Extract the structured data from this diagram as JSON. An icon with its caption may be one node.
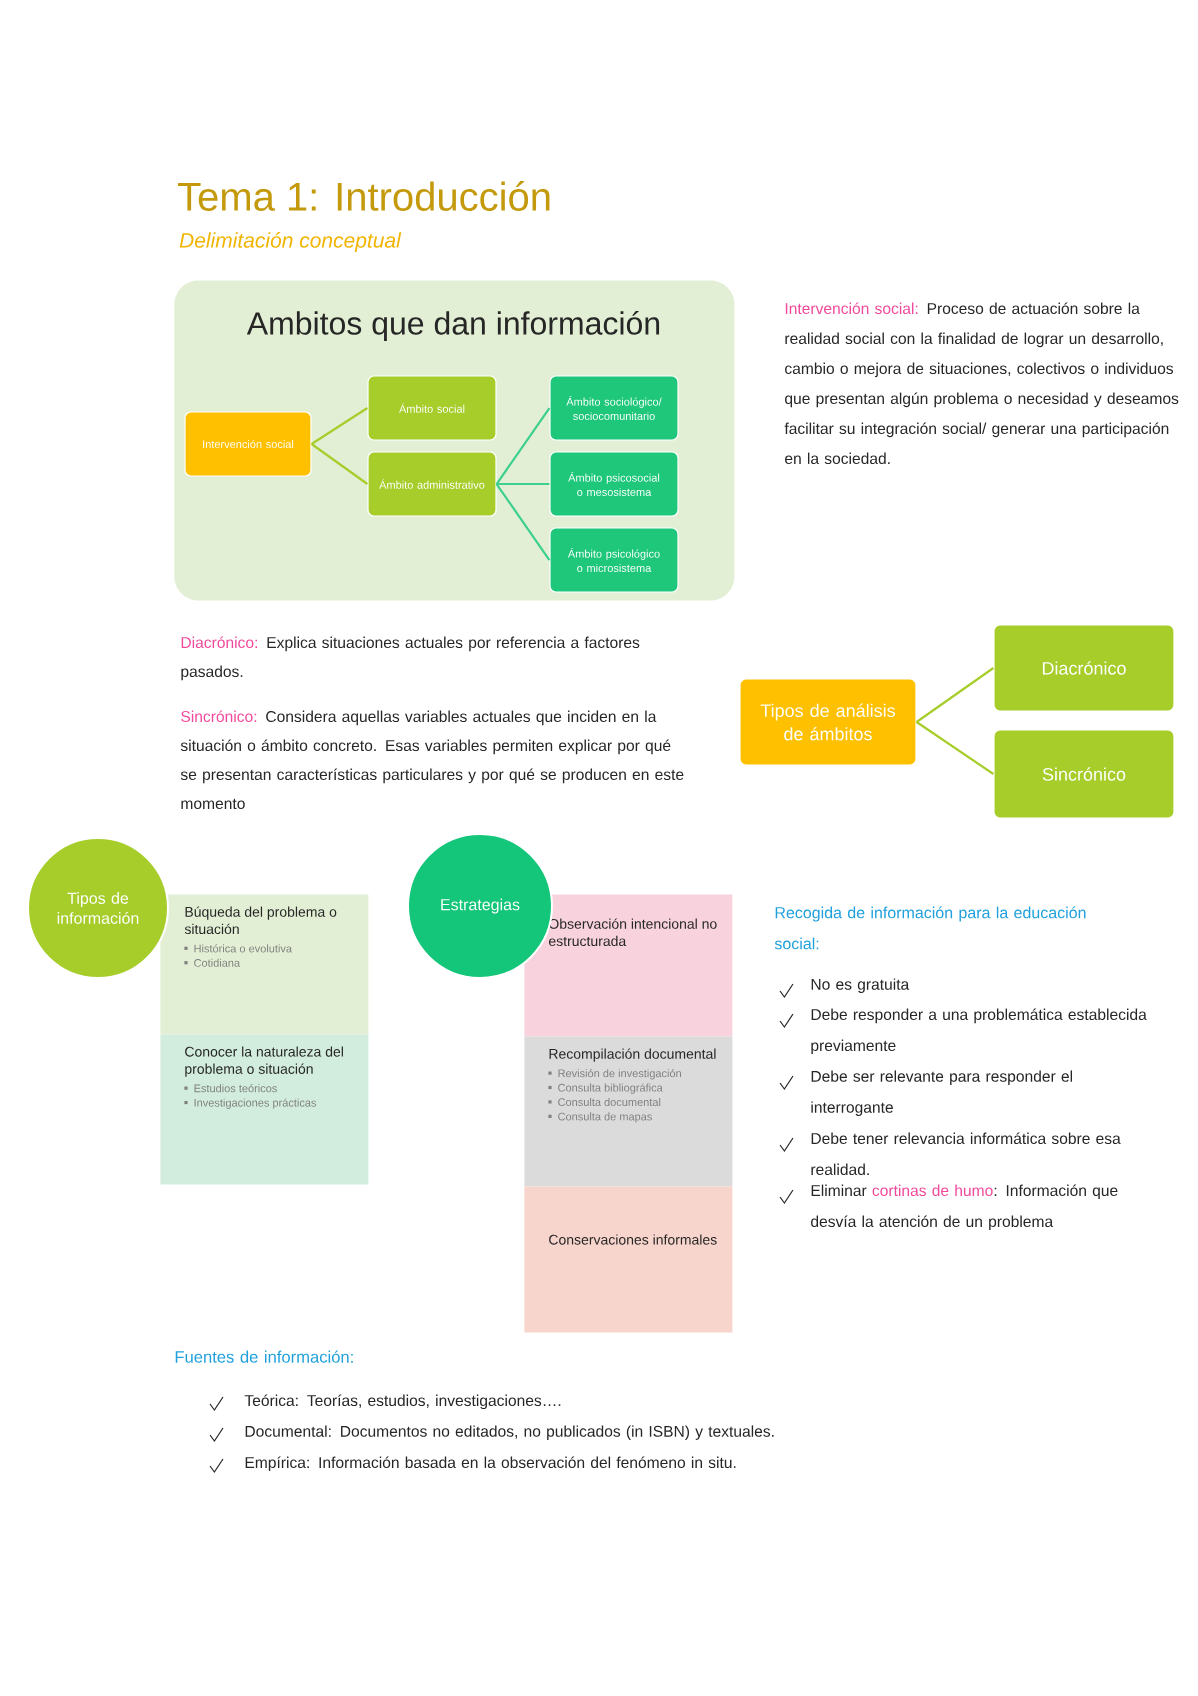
{
  "diagram": {
    "title": "Tema 1: Introducción",
    "nodes": [
      {
        "text": [
          "Ambitos que dan información"
        ]
      },
      {
        "text": [
          "Intervención social"
        ],
        "in": 0
      },
      {
        "text": [
          "Ámbito social"
        ],
        "in": 0
      },
      {
        "text": [
          "Ámbito administrativo"
        ],
        "in": 0
      },
      {
        "text": [
          "Ámbito sociológico/ sociocomunitario"
        ],
        "in": 0
      },
      {
        "text": [
          "Ámbito psicosocial o mesosistema"
        ],
        "in": 0
      },
      {
        "text": [
          "Ámbito psicológico o microsistema"
        ],
        "in": 0
      },
      {
        "text": [
          "Tipos de análisis de ámbitos"
        ]
      },
      {
        "text": [
          "Diacrónico"
        ]
      },
      {
        "text": [
          "Sincrónico"
        ]
      },
      {
        "text": [
          "Tipos de información"
        ]
      },
      {
        "text": [
          "Búqueda del problema o situación",
          "Histórica o evolutiva",
          "Cotidiana"
        ]
      },
      {
        "text": [
          "Conocer la naturaleza del problema o situación",
          "Estudios teóricos",
          "Investigaciones prácticas"
        ]
      },
      {
        "text": [
          "Estrategias"
        ]
      },
      {
        "text": [
          "Observación intencional no estructurada"
        ]
      },
      {
        "text": [
          "Recompilación documental",
          "Revisión de investigación",
          "Consulta bibliográfica",
          "Consulta documental",
          "Consulta de mapas"
        ]
      },
      {
        "text": [
          "Conservaciones informales"
        ]
      }
    ],
    "edges": [
      {
        "from": 1,
        "to": 2,
        "arrow": "none"
      },
      {
        "from": 1,
        "to": 3,
        "arrow": "none"
      },
      {
        "from": 3,
        "to": 4,
        "arrow": "none",
        "color": "#3ccf8e"
      },
      {
        "from": 3,
        "to": 5,
        "arrow": "none",
        "color": "#3ccf8e"
      },
      {
        "from": 3,
        "to": 6,
        "arrow": "none",
        "color": "#3ccf8e"
      },
      {
        "from": 7,
        "to": 8,
        "arrow": "none"
      },
      {
        "from": 7,
        "to": 9,
        "arrow": "none"
      }
    ],
    "labels": [
      "Delimitación conceptual",
      "Intervención social:",
      "Proceso de actuación sobre la realidad social con la finalidad de lograr un desarrollo, cambio o mejora de situaciones, colectivos o individuos que presentan algún problema o necesidad y deseamos facilitar su integración social/ generar una participación en la sociedad.",
      "Diacrónico:",
      "Explica situaciones actuales por referencia a factores pasados.",
      "Sincrónico:",
      "Considera aquellas variables actuales que inciden en la situación o ámbito concreto. Esas variables permiten explicar por qué se presentan características particulares y por qué se producen en este momento",
      "Recogida de información para la educación social:",
      "No es gratuita",
      "Debe responder a una problemática establecida previamente",
      "Debe ser relevante para responder el interrogante",
      "Debe tener relevancia informática sobre esa realidad.",
      "Eliminar",
      "cortinas de humo",
      ": Información que desvía la atención de un problema",
      "Fuentes de información:",
      "Teórica: Teorías, estudios, investigaciones….",
      "Documental: Documentos no editados, no publicados (in ISBN) y textuales.",
      "Empírica: Información basada en la observación del fenómeno in situ."
    ]
  }
}
